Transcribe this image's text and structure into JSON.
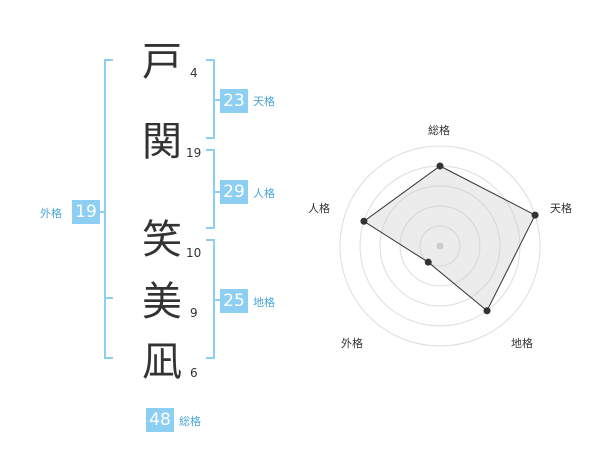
{
  "name": {
    "characters": [
      {
        "kanji": "戸",
        "strokes": "4"
      },
      {
        "kanji": "関",
        "strokes": "19"
      },
      {
        "kanji": "笑",
        "strokes": "10"
      },
      {
        "kanji": "美",
        "strokes": "9"
      },
      {
        "kanji": "凪",
        "strokes": "6"
      }
    ]
  },
  "fortune": {
    "tenkaku": {
      "value": "23",
      "label": "天格"
    },
    "jinkaku": {
      "value": "29",
      "label": "人格"
    },
    "chikaku": {
      "value": "25",
      "label": "地格"
    },
    "gaikaku": {
      "value": "19",
      "label": "外格"
    },
    "soukaku": {
      "value": "48",
      "label": "総格"
    }
  },
  "colors": {
    "bracket": "#8dcff3",
    "badge": "#8dcff3",
    "label": "#4aa6d9"
  },
  "chart_data": {
    "type": "radar",
    "axes": [
      "総格",
      "天格",
      "地格",
      "外格",
      "人格"
    ],
    "values": [
      4,
      5,
      4,
      1,
      4
    ],
    "rmax": 5,
    "rings": 5
  }
}
